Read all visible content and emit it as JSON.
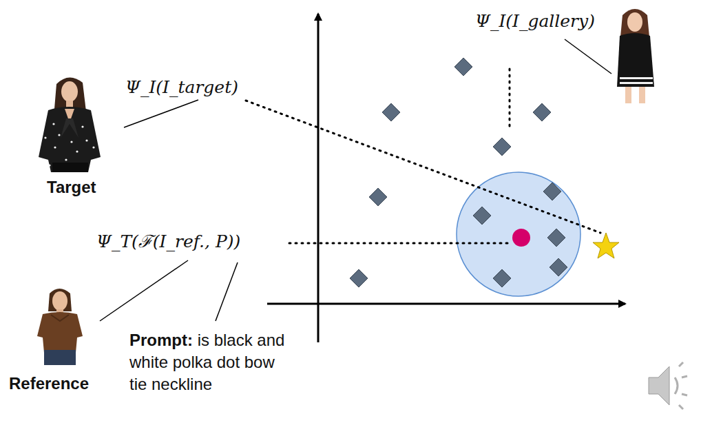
{
  "diagram": {
    "labels": [
      "Ψ_I(I_gallery)",
      "Ψ_I(I_target)",
      "Target",
      "Ψ_T(ℱ(I_ref., P))",
      "Reference",
      "Prompt:",
      "is black and white polka dot bow tie neckline"
    ]
  }
}
